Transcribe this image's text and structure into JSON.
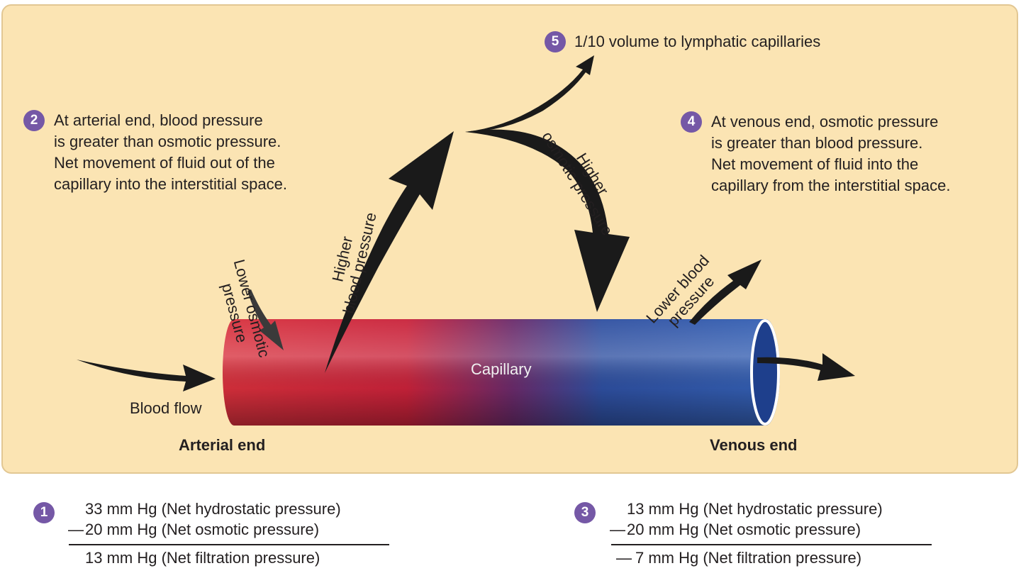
{
  "steps": {
    "step1": {
      "number": "1",
      "lines": [
        "33 mm Hg (Net hydrostatic pressure)",
        "20 mm Hg (Net osmotic pressure)",
        "13 mm Hg (Net filtration pressure)"
      ]
    },
    "step2": {
      "number": "2",
      "lines": [
        "At arterial end, blood pressure",
        "is greater than osmotic pressure.",
        "Net movement of fluid out of the",
        "capillary into the interstitial space."
      ]
    },
    "step3": {
      "number": "3",
      "lines": [
        "13 mm Hg (Net hydrostatic pressure)",
        "20 mm Hg (Net osmotic pressure)",
        "7 mm Hg (Net filtration pressure)"
      ]
    },
    "step4": {
      "number": "4",
      "lines": [
        "At venous end, osmotic pressure",
        "is greater than blood pressure.",
        "Net movement of fluid into the",
        "capillary from the interstitial space."
      ]
    },
    "step5": {
      "number": "5",
      "text": "1/10 volume to lymphatic capillaries"
    }
  },
  "labels": {
    "capillary": "Capillary",
    "blood_flow": "Blood flow",
    "arterial_end": "Arterial end",
    "venous_end": "Venous end",
    "higher_blood_pressure": [
      "Higher",
      "blood pressure"
    ],
    "lower_osmotic_pressure": [
      "Lower osmotic",
      "pressure"
    ],
    "higher_osmotic_pressure": [
      "Higher",
      "osmotic pressure"
    ],
    "lower_blood_pressure": [
      "Lower blood",
      "pressure"
    ]
  },
  "colors": {
    "background": "#fbe4b3",
    "arterial": "#d32a3a",
    "venous": "#2c56a8",
    "badge": "#7558a6",
    "arrow": "#1a1a1a"
  }
}
